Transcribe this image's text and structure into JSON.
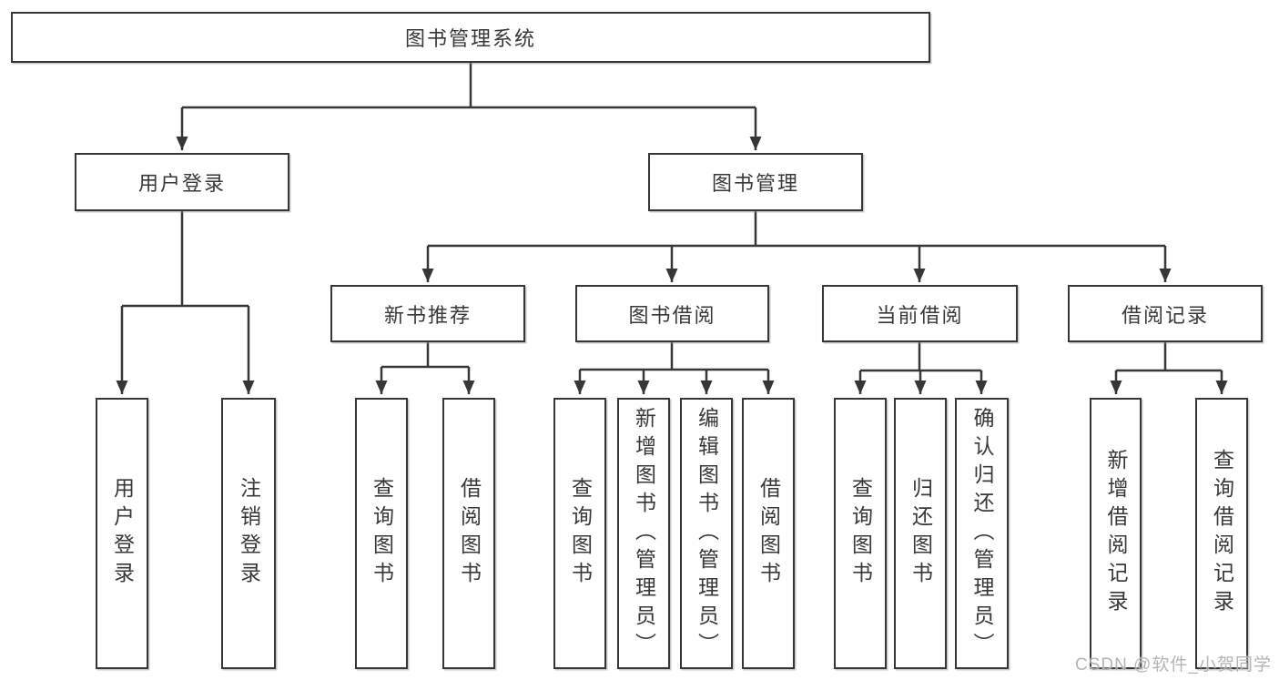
{
  "tree": {
    "root": {
      "label": "图书管理系统",
      "children": [
        {
          "label": "用户登录",
          "children": [
            {
              "label": "用户登录"
            },
            {
              "label": "注销登录"
            }
          ]
        },
        {
          "label": "图书管理",
          "children": [
            {
              "label": "新书推荐",
              "children": [
                {
                  "label": "查询图书"
                },
                {
                  "label": "借阅图书"
                }
              ]
            },
            {
              "label": "图书借阅",
              "children": [
                {
                  "label": "查询图书"
                },
                {
                  "label": "新增图书（管理员）"
                },
                {
                  "label": "编辑图书（管理员）"
                },
                {
                  "label": "借阅图书"
                }
              ]
            },
            {
              "label": "当前借阅",
              "children": [
                {
                  "label": "查询图书"
                },
                {
                  "label": "归还图书"
                },
                {
                  "label": "确认归还（管理员）"
                }
              ]
            },
            {
              "label": "借阅记录",
              "children": [
                {
                  "label": "新增借阅记录"
                },
                {
                  "label": "查询借阅记录"
                }
              ]
            }
          ]
        }
      ]
    }
  },
  "watermark": "CSDN @软件_小贺同学",
  "colors": {
    "line": "#363636",
    "text": "#383838",
    "background": "#ffffff",
    "watermark": "#b0b0b0"
  }
}
